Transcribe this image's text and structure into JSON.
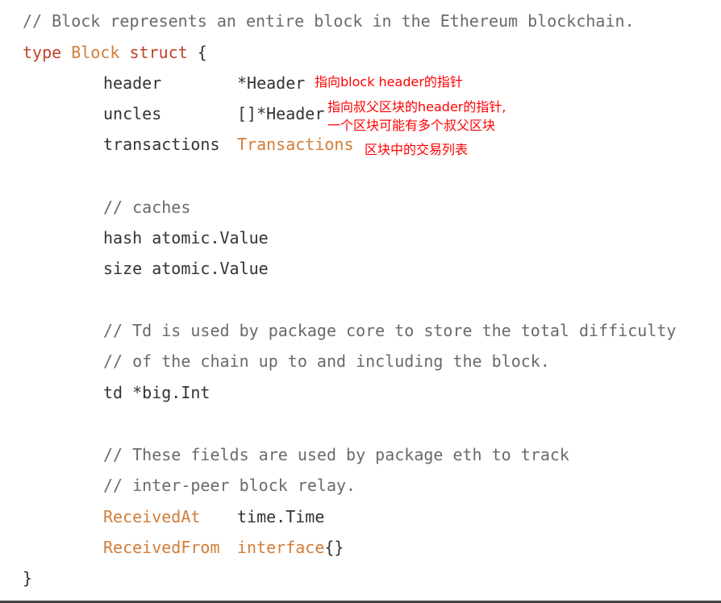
{
  "code": {
    "line1_comment": "// Block represents an entire block in the Ethereum blockchain.",
    "line2": {
      "kw_type": "type",
      "name": "Block",
      "kw_struct": "struct",
      "brace": "{"
    },
    "header": {
      "field": "header",
      "type": "*Header"
    },
    "uncles": {
      "field": "uncles",
      "type": "[]*Header"
    },
    "transactions": {
      "field": "transactions",
      "type": "Transactions"
    },
    "caches_comment": "// caches",
    "hash": {
      "field": "hash",
      "type": "atomic.Value"
    },
    "size": {
      "field": "size",
      "type": "atomic.Value"
    },
    "td_comment1": "// Td is used by package core to store the total difficulty",
    "td_comment2": "// of the chain up to and including the block.",
    "td": {
      "field": "td",
      "type": "*big.Int"
    },
    "eth_comment1": "// These fields are used by package eth to track",
    "eth_comment2": "// inter-peer block relay.",
    "received_at": {
      "field": "ReceivedAt",
      "type": "time.Time"
    },
    "received_from": {
      "field": "ReceivedFrom",
      "type": "interface",
      "braces": "{}"
    },
    "closing_brace": "}"
  },
  "annotations": {
    "header_note": "指向block header的指针",
    "uncles_note_line1": "指向叔父区块的header的指针,",
    "uncles_note_line2": "一个区块可能有多个叔父区块",
    "transactions_note": "区块中的交易列表"
  },
  "colors": {
    "comment": "#6a6a6a",
    "keyword": "#c0442c",
    "type_highlight": "#d27d37",
    "annotation": "#ff0000"
  }
}
